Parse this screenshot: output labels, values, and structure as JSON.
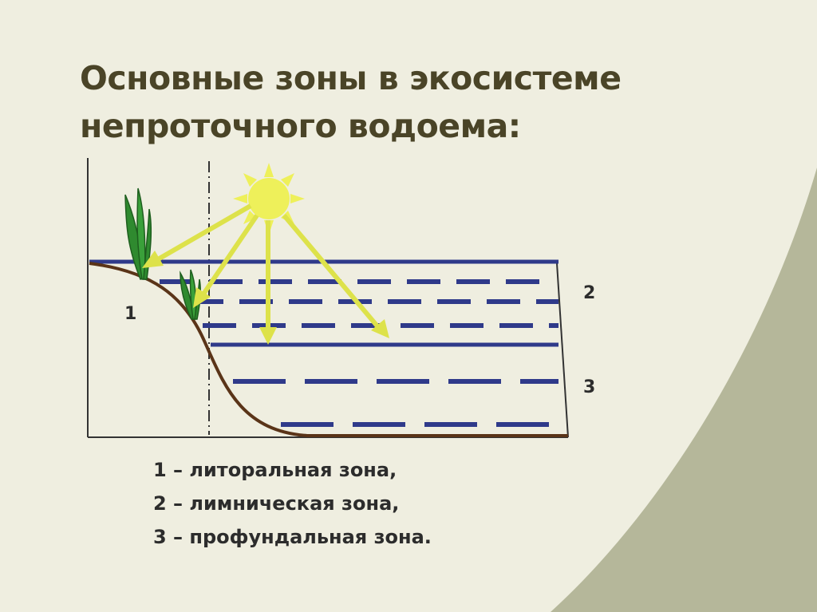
{
  "title": {
    "line1": "Основные зоны в экосистеме",
    "line2": "непроточного водоема:"
  },
  "diagram": {
    "zone_labels": {
      "littoral": "1",
      "limnetic": "2",
      "profundal": "3"
    }
  },
  "legend": [
    "1 – литоральная зона,",
    "2 – лимническая зона,",
    "3 – профундальная зона."
  ],
  "colors": {
    "background": "#efeee0",
    "corner_arc": "#b5b79a",
    "title": "#4a4427",
    "water_lines": "#2f3a8a",
    "bottom": "#5a3418",
    "sun": "#eef05a",
    "sun_arrows": "#dde24a",
    "plants": "#2f8a2f"
  },
  "icons": [
    "sun-icon",
    "water-plant-icon"
  ]
}
